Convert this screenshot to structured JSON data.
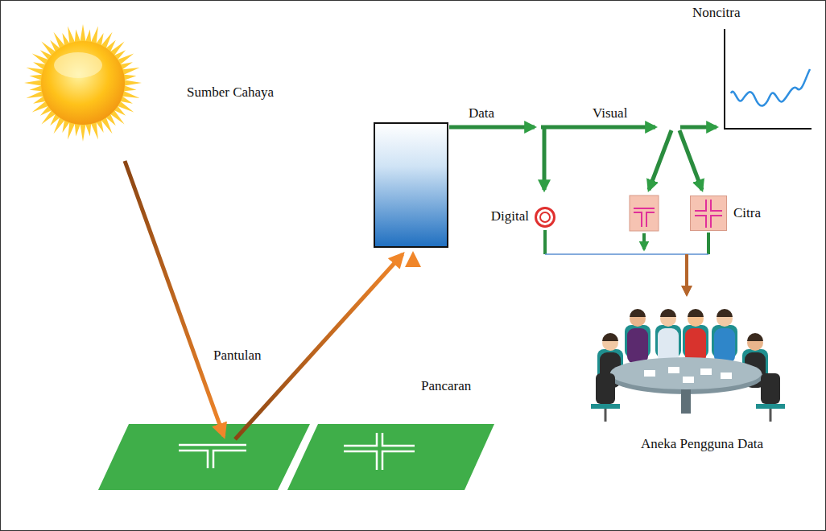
{
  "diagram": {
    "nodes": [
      {
        "text": [
          "Sumber Cahaya"
        ]
      },
      {
        "text": [
          "Digital"
        ]
      },
      {
        "text": [
          "Citra"
        ]
      },
      {
        "text": [
          "Noncitra"
        ]
      },
      {
        "text": [
          "Aneka Pengguna Data"
        ]
      }
    ],
    "edges": [
      {
        "from": 1,
        "to": 4,
        "arrow": "to"
      },
      {
        "from": 2,
        "to": 4,
        "arrow": "to"
      }
    ],
    "labels": [
      "Pantulan",
      "Pancaran",
      "Data",
      "Visual"
    ]
  }
}
